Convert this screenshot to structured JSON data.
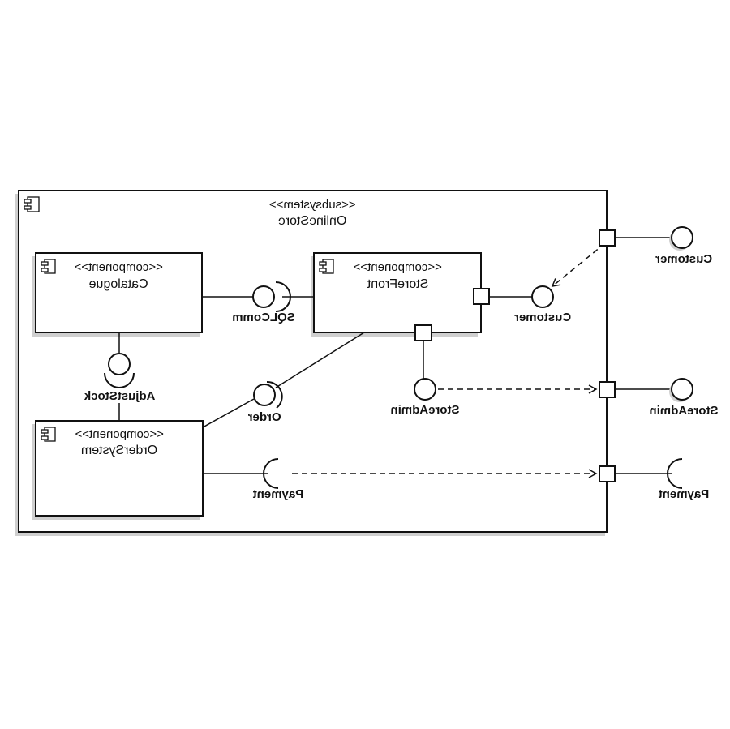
{
  "subsystem": {
    "stereotype": "<<subsystem>>",
    "name": "OnlineStore"
  },
  "components": {
    "catalogue": {
      "stereotype": "<<component>>",
      "name": "Catalogue"
    },
    "storefront": {
      "stereotype": "<<component>>",
      "name": "StoreFront"
    },
    "orders": {
      "stereotype": "<<component>>",
      "name": "OrderSystem"
    }
  },
  "interfaces": {
    "sqlcomm": "SQLComm",
    "adjuststock": "AdjustStock",
    "order": "Order",
    "storeadmin_inner": "StoreAdmin",
    "customer_inner": "Customer",
    "payment_inner": "Payment",
    "customer_outer": "Customer",
    "storeadmin_outer": "StoreAdmin",
    "payment_outer": "Payment"
  },
  "colors": {
    "line": "#111111",
    "shadow": "#c8c8c8",
    "background": "#ffffff"
  },
  "rendering": {
    "mirrored_horizontally": true
  }
}
